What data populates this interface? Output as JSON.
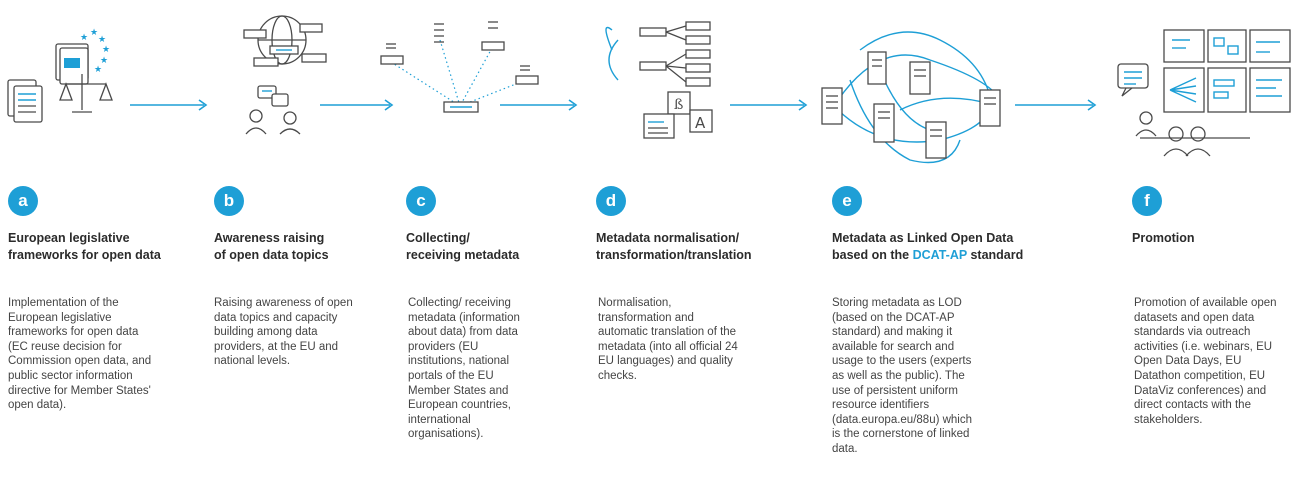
{
  "colors": {
    "accent": "#1e9fd6",
    "line": "#4a4a4a"
  },
  "steps": [
    {
      "letter": "a",
      "icon": "legislation-scales-icon",
      "title_lines": [
        "European legislative",
        "frameworks for open data"
      ],
      "desc_lines": [
        "Implementation of the",
        "European legislative",
        "frameworks for open data",
        "(EC reuse decision for",
        "Commission open data, and",
        "public sector information",
        "directive for Member States'",
        "open data)."
      ]
    },
    {
      "letter": "b",
      "icon": "awareness-people-icon",
      "title_lines": [
        "Awareness raising",
        "of open data topics"
      ],
      "desc_lines": [
        "Raising awareness of open",
        "data topics and capacity",
        "building among data",
        "providers, at the EU and",
        "national levels."
      ]
    },
    {
      "letter": "c",
      "icon": "collecting-metadata-icon",
      "title_lines": [
        "Collecting/",
        "receiving metadata"
      ],
      "desc_lines": [
        "Collecting/ receiving",
        "metadata (information",
        "about data) from data",
        "providers (EU",
        "institutions, national",
        "portals of the EU",
        "Member States and",
        "European countries,",
        "international",
        "organisations)."
      ]
    },
    {
      "letter": "d",
      "icon": "translation-icon",
      "title_lines": [
        "Metadata normalisation/",
        "transformation/translation"
      ],
      "desc_lines": [
        "Normalisation,",
        "transformation and",
        "automatic translation of the",
        "metadata (into all official 24",
        "EU languages) and quality",
        "checks."
      ]
    },
    {
      "letter": "e",
      "icon": "linked-data-network-icon",
      "title_line1": "Metadata as Linked Open Data",
      "title_line2_pre": "based on the ",
      "title_line2_hl": "DCAT-AP",
      "title_line2_post": " standard",
      "desc_lines": [
        "Storing metadata as LOD",
        "(based on the DCAT-AP",
        "standard) and making it",
        "available for search and",
        "usage to the users (experts",
        "as well as the public). The",
        "use of persistent uniform",
        "resource identifiers",
        "(data.europa.eu/88u) which",
        "is the cornerstone of linked",
        "data."
      ]
    },
    {
      "letter": "f",
      "icon": "promotion-dashboard-icon",
      "title_lines": [
        "Promotion"
      ],
      "desc_lines": [
        "Promotion of available open",
        "datasets and open data",
        "standards via outreach",
        "activities (i.e. webinars, EU",
        "Open Data Days, EU",
        "Datathon competition, EU",
        "DataViz conferences) and",
        "direct contacts with the",
        "stakeholders."
      ]
    }
  ]
}
